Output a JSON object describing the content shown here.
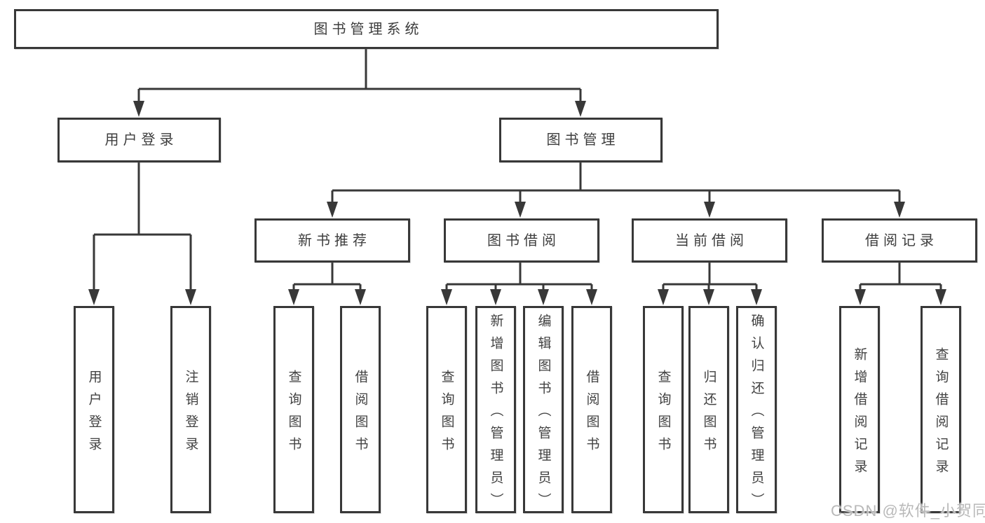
{
  "tree": {
    "root": {
      "label": "图书管理系统"
    },
    "children": [
      {
        "label": "用户登录",
        "children": [
          {
            "label": "用户登录"
          },
          {
            "label": "注销登录"
          }
        ]
      },
      {
        "label": "图书管理",
        "children": [
          {
            "label": "新书推荐",
            "children": [
              {
                "label": "查询图书"
              },
              {
                "label": "借阅图书"
              }
            ]
          },
          {
            "label": "图书借阅",
            "children": [
              {
                "label": "查询图书"
              },
              {
                "label": "新增图书（管理员）"
              },
              {
                "label": "编辑图书（管理员）"
              },
              {
                "label": "借阅图书"
              }
            ]
          },
          {
            "label": "当前借阅",
            "children": [
              {
                "label": "查询图书"
              },
              {
                "label": "归还图书"
              },
              {
                "label": "确认归还（管理员）"
              }
            ]
          },
          {
            "label": "借阅记录",
            "children": [
              {
                "label": "新增借阅记录"
              },
              {
                "label": "查询借阅记录"
              }
            ]
          }
        ]
      }
    ]
  },
  "watermark": {
    "text": "CSDN @软件_小贺同学"
  },
  "colors": {
    "line": "#383838",
    "box_border": "#383838",
    "label_text": "#3d3d3d",
    "watermark": "#b9b9b9",
    "background": "#ffffff"
  }
}
